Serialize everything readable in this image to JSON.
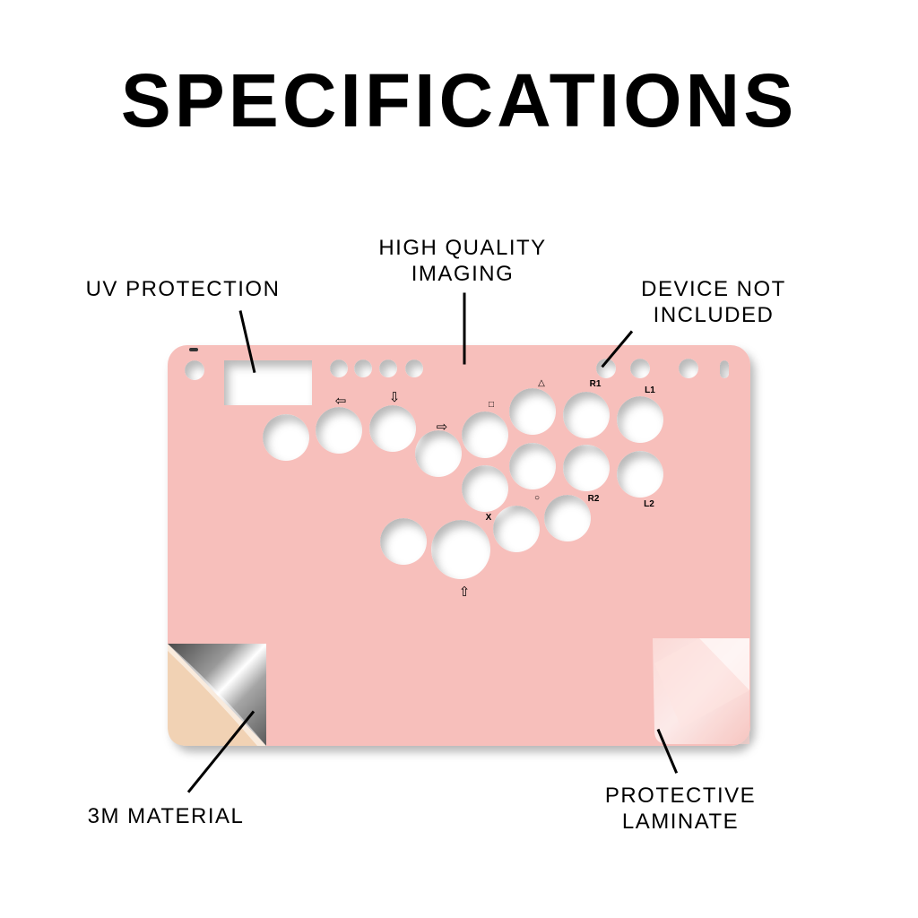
{
  "title": "SPECIFICATIONS",
  "callouts": {
    "uv_protection": "UV PROTECTION",
    "high_quality_imaging": [
      "HIGH QUALITY",
      "IMAGING"
    ],
    "device_not_included": [
      "DEVICE NOT",
      "INCLUDED"
    ],
    "material": "3M MATERIAL",
    "protective_laminate": [
      "PROTECTIVE",
      "LAMINATE"
    ]
  },
  "button_labels": {
    "left_arrow": "⇦",
    "down_arrow": "⇩",
    "right_arrow": "⇨",
    "up_arrow": "⇧",
    "triangle": "△",
    "square": "□",
    "circle": "○",
    "cross": "X",
    "r1": "R1",
    "r2": "R2",
    "l1": "L1",
    "l2": "L2"
  },
  "colors": {
    "plate": "#f7bfbb",
    "peel_backing": "#f1d2b4",
    "silver_start": "#5b5b5b",
    "silver_mid": "#f4f4f4",
    "laminate": "#fbd9d6"
  }
}
